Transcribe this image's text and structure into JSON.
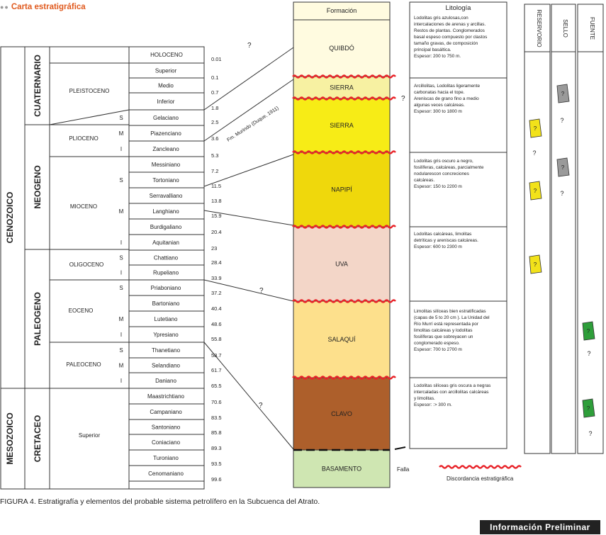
{
  "header": {
    "title": "Carta estratigráfica"
  },
  "caption": "FIGURA 4. Estratigrafía y elementos del probable sistema petrolífero en la Subcuenca del Atrato.",
  "badge": "Información Preliminar",
  "eras": [
    {
      "name": "CENOZOICO",
      "periods": [
        "CUATERNARIO",
        "NEOGENO",
        "PALEOGENO"
      ]
    },
    {
      "name": "MESOZOICO",
      "periods": [
        "CRETACEO"
      ]
    }
  ],
  "epochs": [
    "HOLOCENO",
    "PLEISTOCENO",
    "PLIOCENO",
    "MIOCENO",
    "OLIGOCENO",
    "EOCENO",
    "PALEOCENO",
    "Superior"
  ],
  "stages": [
    {
      "name": "Superior",
      "sub": ""
    },
    {
      "name": "Medio",
      "sub": ""
    },
    {
      "name": "Inferior",
      "sub": ""
    },
    {
      "name": "Gelaciano",
      "sub": "S"
    },
    {
      "name": "Piazenciano",
      "sub": "M"
    },
    {
      "name": "Zancleano",
      "sub": "I"
    },
    {
      "name": "Messiniano",
      "sub": ""
    },
    {
      "name": "Tortoniano",
      "sub": "S"
    },
    {
      "name": "Serravalliano",
      "sub": ""
    },
    {
      "name": "Langhiano",
      "sub": "M"
    },
    {
      "name": "Burdigaliano",
      "sub": ""
    },
    {
      "name": "Aquitanian",
      "sub": "I"
    },
    {
      "name": "Chattiano",
      "sub": "S"
    },
    {
      "name": "Rupeliano",
      "sub": "I"
    },
    {
      "name": "Priaboniano",
      "sub": "S"
    },
    {
      "name": "Bartoniano",
      "sub": ""
    },
    {
      "name": "Lutetiano",
      "sub": "M"
    },
    {
      "name": "Ypresiano",
      "sub": "I"
    },
    {
      "name": "Thanetiano",
      "sub": "S"
    },
    {
      "name": "Selandiano",
      "sub": "M"
    },
    {
      "name": "Daniano",
      "sub": "I"
    },
    {
      "name": "Maastrichtiano",
      "sub": ""
    },
    {
      "name": "Campaniano",
      "sub": ""
    },
    {
      "name": "Santoniano",
      "sub": ""
    },
    {
      "name": "Coniaciano",
      "sub": ""
    },
    {
      "name": "Turoniano",
      "sub": ""
    },
    {
      "name": "Cenomaniano",
      "sub": ""
    }
  ],
  "ages": [
    "0.01",
    "0.1",
    "0.7",
    "1.8",
    "2.5",
    "3.6",
    "5.3",
    "7.2",
    "11.5",
    "13.8",
    "15.9",
    "20.4",
    "23",
    "28.4",
    "33.9",
    "37.2",
    "40.4",
    "48.6",
    "55.8",
    "58.7",
    "61.7",
    "65.5",
    "70.6",
    "83.5",
    "85.8",
    "89.3",
    "93.5",
    "99.6"
  ],
  "formations": {
    "header": "Formación",
    "items": [
      {
        "name": "QUIBDÓ",
        "color": "#fffbe0"
      },
      {
        "name": "SIERRA",
        "color": "#f7f1a2"
      },
      {
        "name": "SIERRA",
        "color": "#f7ec16"
      },
      {
        "name": "NAPIPÍ",
        "color": "#efd80c"
      },
      {
        "name": "UVA",
        "color": "#f3d6c8"
      },
      {
        "name": "SALAQUÍ",
        "color": "#fde08c"
      },
      {
        "name": "CLAVO",
        "color": "#ad5f2b"
      },
      {
        "name": "BASAMENTO",
        "color": "#cfe6b2"
      }
    ]
  },
  "lithology": {
    "header": "Litología",
    "descriptions": [
      [
        "Lodolitas gris azulosas,con",
        "intercalaciones de arenas y arcillas.",
        "Restos de plantas. Conglomerados",
        "basal espeso compuesto por clastos",
        "tamaño gravas, de composición",
        "principal basáltica.",
        "Espesor: 200 to 750 m."
      ],
      [
        "Arcillolitas, Lodolitas ligeramente",
        "carbonatas hacia el tope.",
        "Areniscas de grano fino a medio",
        "algunas veces calcáreas.",
        "Espesor: 300 to 1800 m"
      ],
      [
        "Lodolitas gris oscuro a negro,",
        "fosilíferas, calcáreas, parcialmente",
        "nodularescon concreciones",
        "calcáreas.",
        "Espesor: 150 to 2200 m"
      ],
      [
        "Lodolitas calcáreas, limolitas",
        "detríticas y areniscas calcáreas.",
        "Espesor: 600 to 2300 m"
      ],
      [
        "Limolitas silíceas bien estratificadas",
        "(capas de 5 to 20 cm ).  La Unidad del",
        "Río Murrí está representada por",
        "limolitas calcáreas y lodolitas",
        "fosilíferas que sobreyacen un",
        "conglomerado espeso.",
        "Espesor: 700 to 2700 m"
      ],
      [
        "Lodolitas silíceas gris oscura a negras",
        "intercaladas con arcillolitas calcáreas",
        "y limolitas.",
        "Espesor: :> 300 m."
      ]
    ]
  },
  "petroleum": {
    "columns": [
      "RESERVORIO",
      "SELLO",
      "FUENTE"
    ],
    "marker": "?",
    "colors": {
      "reservorio": "#f2e21a",
      "sello": "#9a9a9a",
      "fuente": "#2e9e3a"
    }
  },
  "annotations": {
    "question": "?",
    "murindo": "Fm. Murindo (Duque, 1911)",
    "falla": "Falla"
  },
  "legend": {
    "discordance": "Discordancia estratigráfica"
  }
}
